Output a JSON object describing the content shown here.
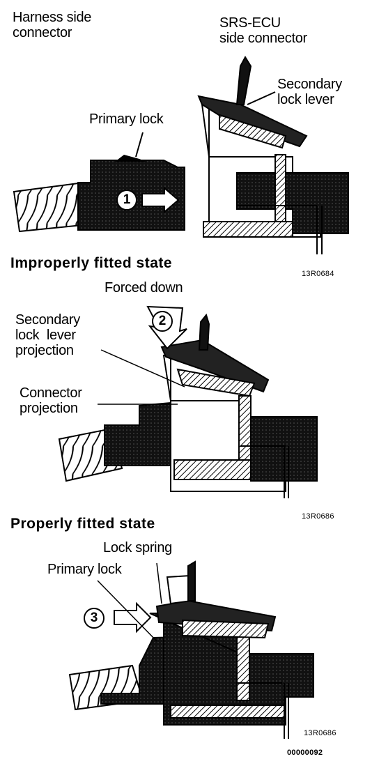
{
  "panel1": {
    "harness_label": "Harness side\nconnector",
    "ecu_label": "SRS-ECU\nside connector",
    "secondary_lock_label": "Secondary\nlock lever",
    "primary_lock_label": "Primary lock",
    "step": "1",
    "code": "13R0684"
  },
  "panel2": {
    "title": "Improperly fitted state",
    "forced_label": "Forced down",
    "sec_proj_label": "Secondary\nlock  lever\nprojection",
    "conn_proj_label": "Connector\nprojection",
    "step": "2",
    "code": "13R0686"
  },
  "panel3": {
    "title": "Properly fitted state",
    "lock_spring_label": "Lock spring",
    "primary_lock_label": "Primary lock",
    "step": "3",
    "code": "13R0686",
    "figure_code": "00000092"
  }
}
